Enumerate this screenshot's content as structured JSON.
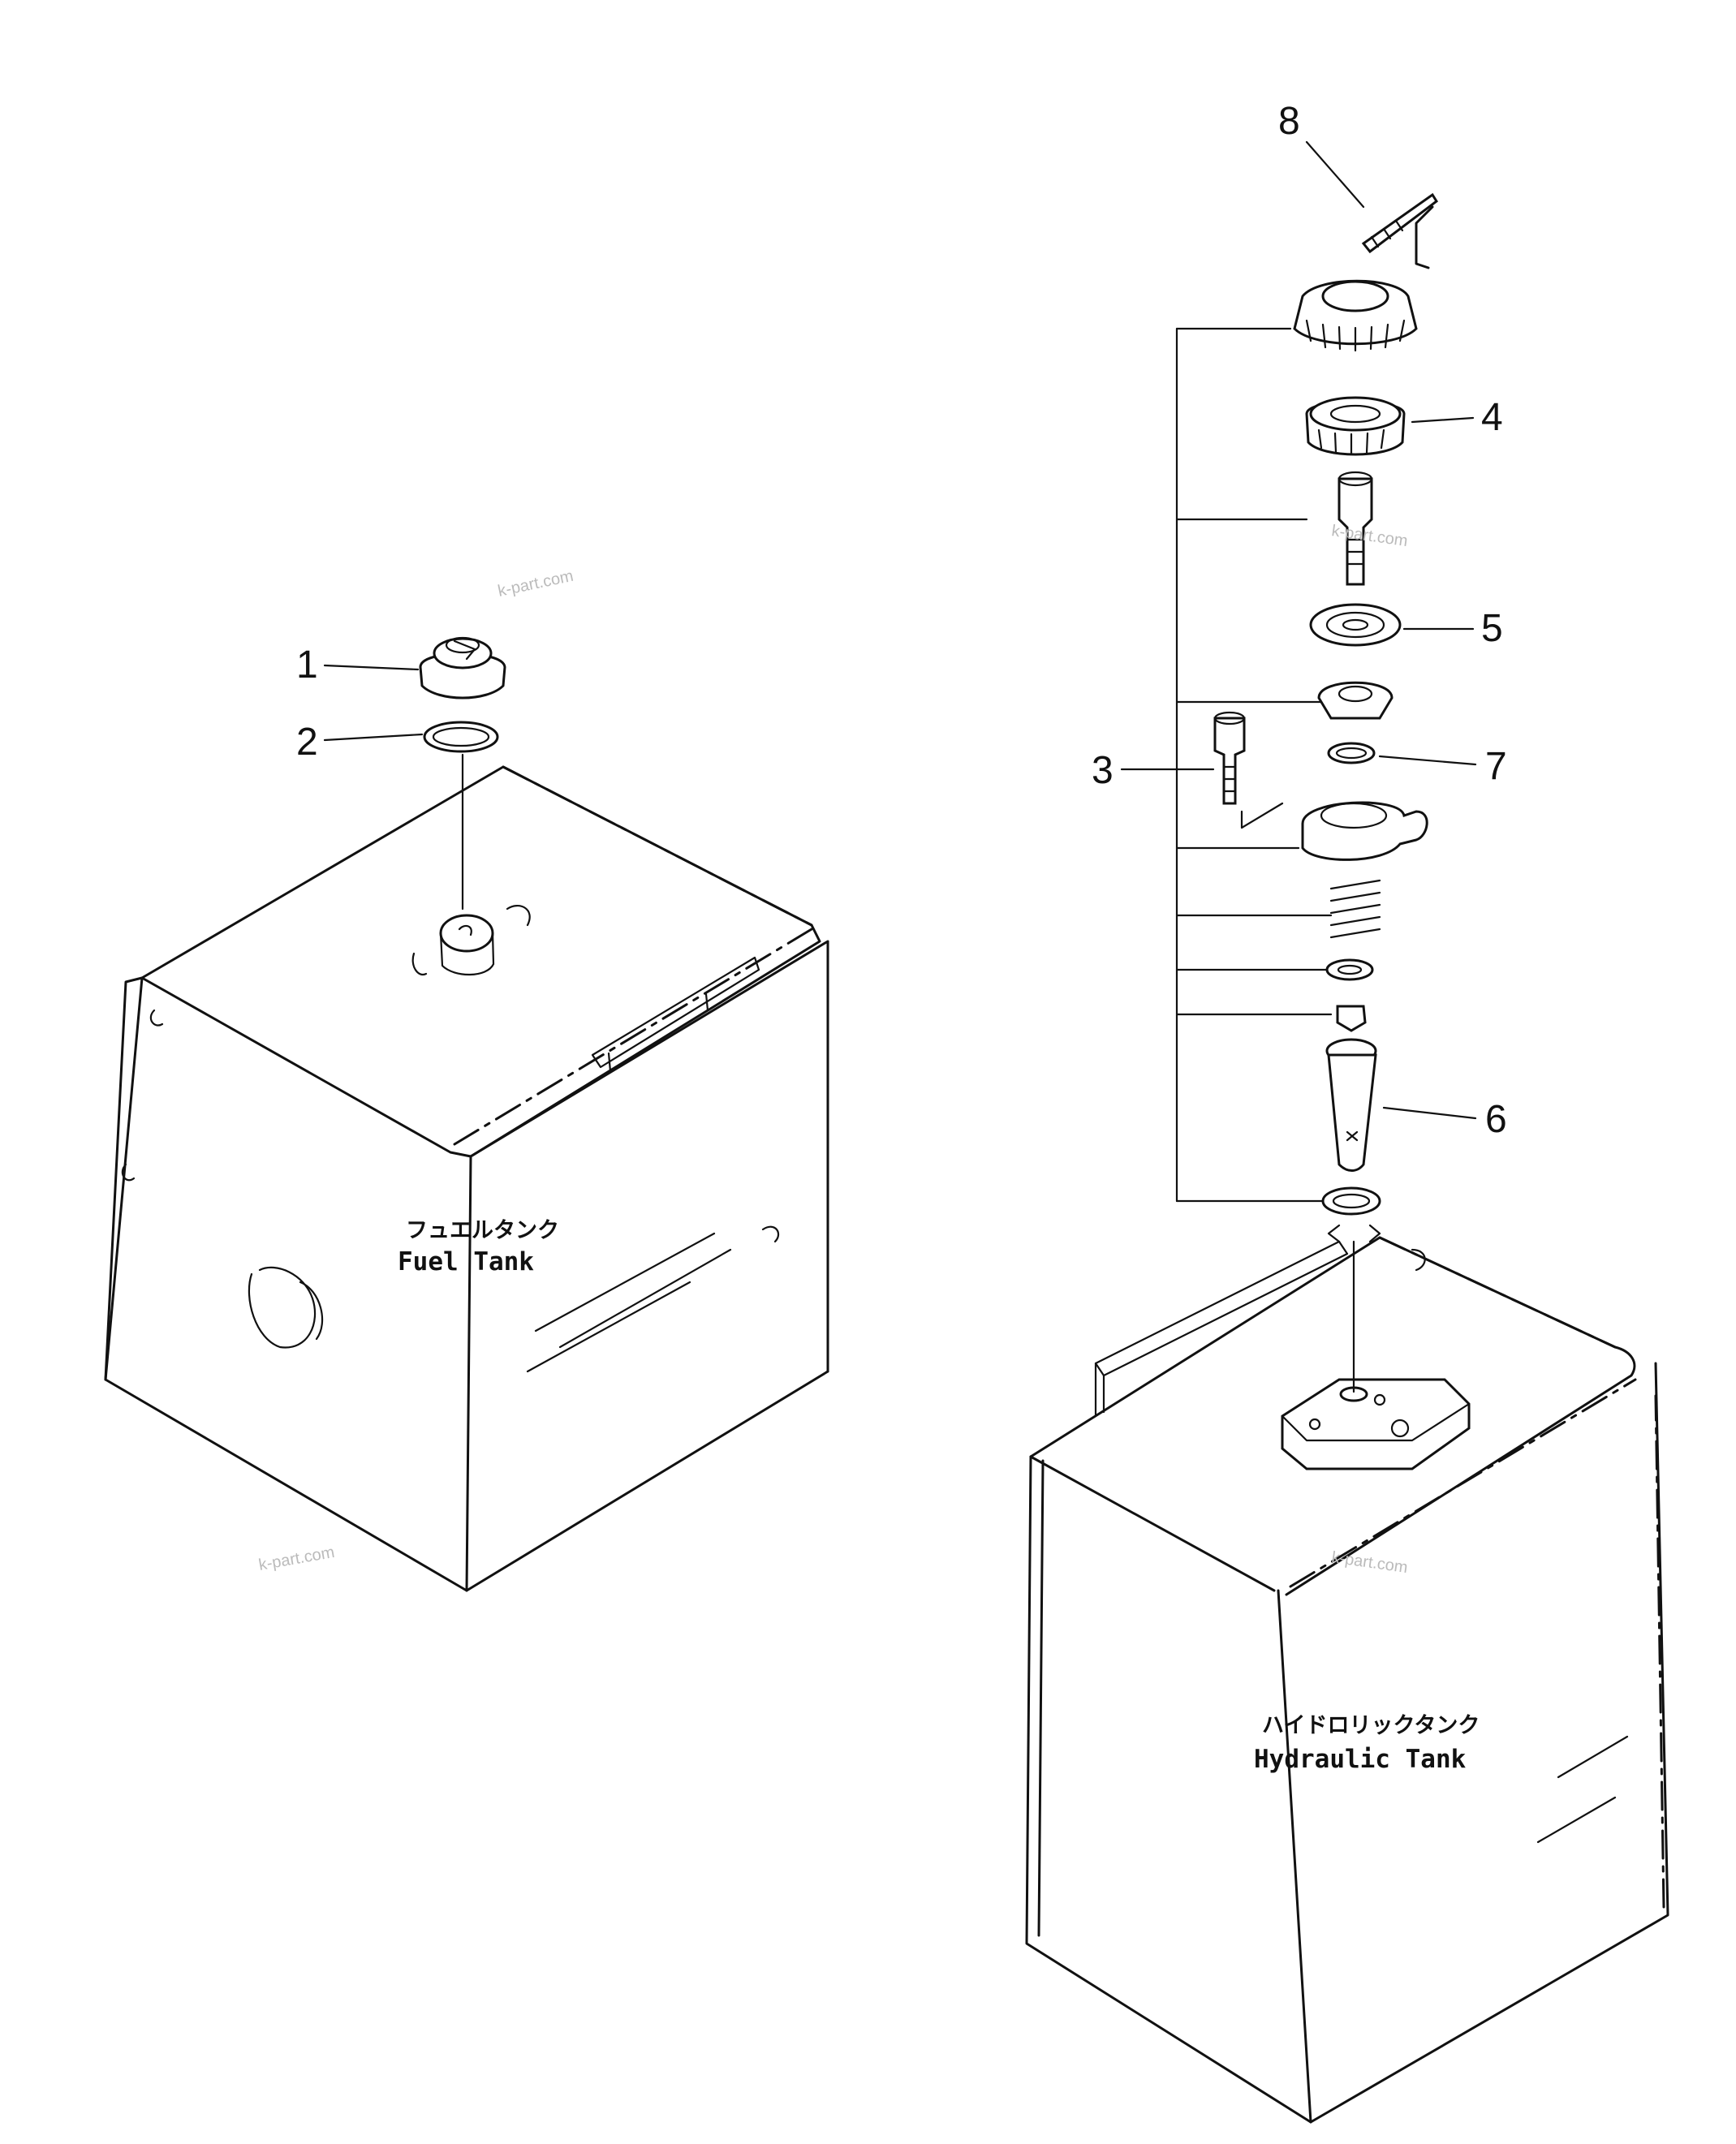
{
  "callouts": {
    "n1": "1",
    "n2": "2",
    "n3": "3",
    "n4": "4",
    "n5": "5",
    "n6": "6",
    "n7": "7",
    "n8": "8"
  },
  "fuel_tank": {
    "label_jp": "フュエルタンク",
    "label_en": "Fuel  Tank"
  },
  "hydraulic_tank": {
    "label_jp": "ハイドロリックタンク",
    "label_en": "Hydraulic  Tank"
  },
  "watermarks": [
    "k-part.com",
    "k-part.com",
    "k-part.com",
    "k-part.com"
  ]
}
